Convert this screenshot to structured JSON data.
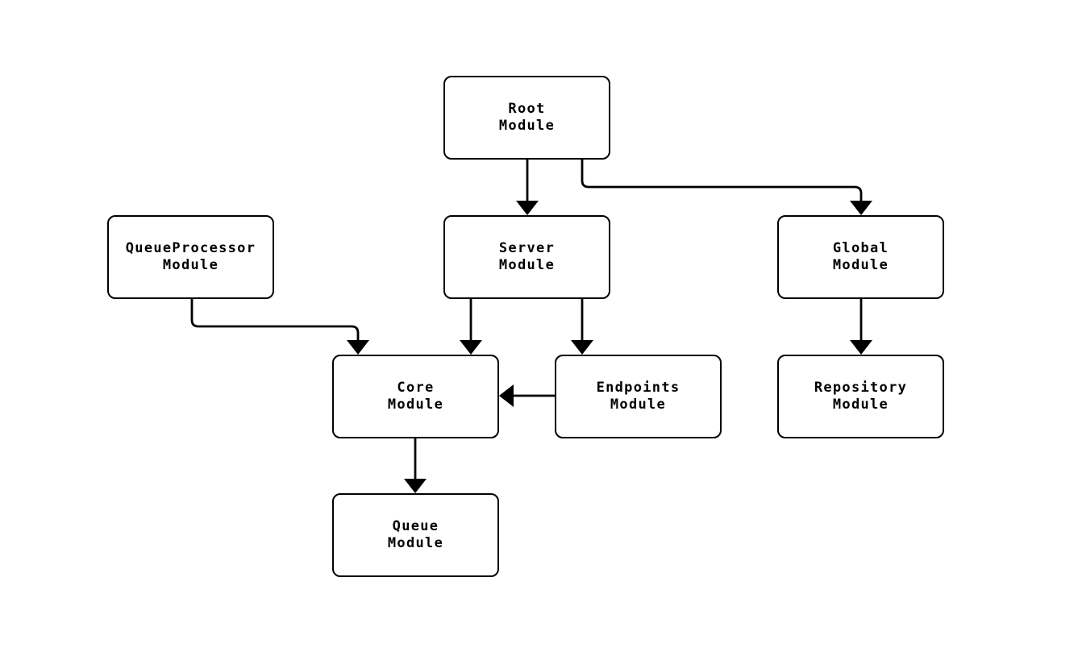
{
  "diagram": {
    "type": "flowchart",
    "direction": "top-down",
    "background_color": "#ffffff",
    "node_fill_color": "#ffffff",
    "node_border_color": "#000000",
    "edge_color": "#000000",
    "text_color": "#000000",
    "nodes": {
      "root": {
        "label": "Root\nModule"
      },
      "queueprocessor": {
        "label": "QueueProcessor\nModule"
      },
      "server": {
        "label": "Server\nModule"
      },
      "global": {
        "label": "Global\nModule"
      },
      "core": {
        "label": "Core\nModule"
      },
      "endpoints": {
        "label": "Endpoints\nModule"
      },
      "repository": {
        "label": "Repository\nModule"
      },
      "queue": {
        "label": "Queue\nModule"
      }
    },
    "edges": [
      {
        "from": "Root Module",
        "to": "Server Module"
      },
      {
        "from": "Root Module",
        "to": "Global Module"
      },
      {
        "from": "QueueProcessor Module",
        "to": "Core Module"
      },
      {
        "from": "Server Module",
        "to": "Core Module"
      },
      {
        "from": "Server Module",
        "to": "Endpoints Module"
      },
      {
        "from": "Endpoints Module",
        "to": "Core Module"
      },
      {
        "from": "Global Module",
        "to": "Repository Module"
      },
      {
        "from": "Core Module",
        "to": "Queue Module"
      }
    ]
  }
}
